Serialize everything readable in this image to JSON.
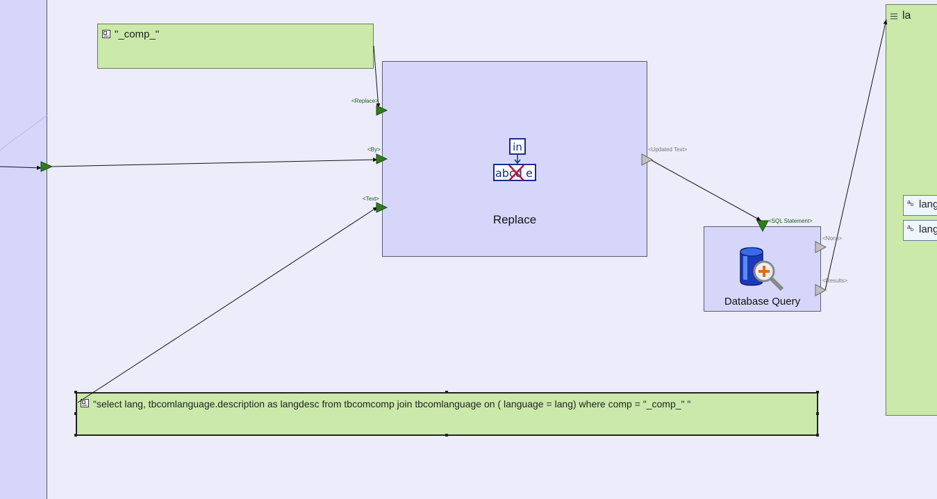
{
  "constants": {
    "comp": {
      "text": "\"_comp_\""
    },
    "sql": {
      "text": "\"select lang, tbcomlanguage.description as langdesc from tbcomcomp join tbcomlanguage on ( language = lang) where comp = \"_comp_\" \""
    }
  },
  "replace_block": {
    "title": "Replace",
    "icon": "replace-text-icon",
    "icon_top_text": "in",
    "icon_bottom_left": "ab",
    "icon_bottom_crossed": "cd",
    "icon_bottom_right": "e",
    "inputs": {
      "replace": "<Replace>",
      "by": "<By>",
      "text": "<Text>"
    },
    "outputs": {
      "updated_text": "<Updated Text>"
    }
  },
  "query_block": {
    "title": "Database Query",
    "icon": "database-query-icon",
    "inputs": {
      "sql_statement": "<SQL Statement>"
    },
    "outputs": {
      "none": "<None>",
      "results": "<Results>"
    }
  },
  "right_panel": {
    "title": "la",
    "fields": [
      "lang",
      "lang"
    ]
  },
  "colors": {
    "canvas": "#ececfb",
    "block_fill": "#d6d6fa",
    "constant_fill": "#cbe9aa",
    "input_port": "#2f7d1e",
    "output_port": "#c0c0c0"
  }
}
